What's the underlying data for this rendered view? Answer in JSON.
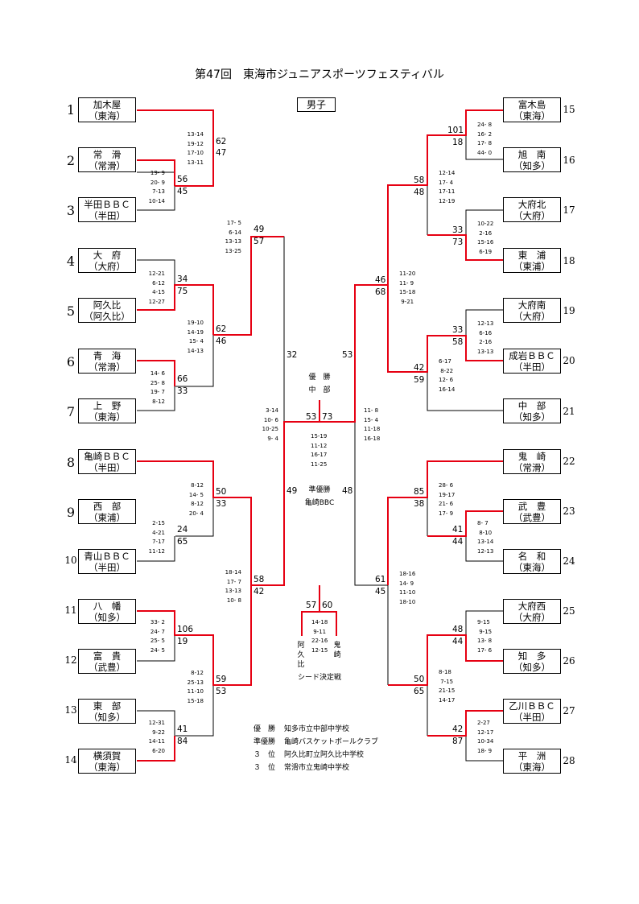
{
  "title": "第47回　東海市ジュニアスポーツフェスティバル",
  "division": "男子",
  "teams": [
    {
      "seed": "1",
      "name": "加木屋",
      "city": "（東海）"
    },
    {
      "seed": "2",
      "name": "常　滑",
      "city": "（常滑）"
    },
    {
      "seed": "3",
      "name": "半田ＢＢＣ",
      "city": "（半田）"
    },
    {
      "seed": "4",
      "name": "大　府",
      "city": "（大府）"
    },
    {
      "seed": "5",
      "name": "阿久比",
      "city": "（阿久比）"
    },
    {
      "seed": "6",
      "name": "青　海",
      "city": "（常滑）"
    },
    {
      "seed": "7",
      "name": "上　野",
      "city": "（東海）"
    },
    {
      "seed": "8",
      "name": "亀崎ＢＢＣ",
      "city": "（半田）"
    },
    {
      "seed": "9",
      "name": "西　部",
      "city": "（東浦）"
    },
    {
      "seed": "10",
      "name": "青山ＢＢＣ",
      "city": "（半田）"
    },
    {
      "seed": "11",
      "name": "八　幡",
      "city": "（知多）"
    },
    {
      "seed": "12",
      "name": "富　貴",
      "city": "（武豊）"
    },
    {
      "seed": "13",
      "name": "東　部",
      "city": "（知多）"
    },
    {
      "seed": "14",
      "name": "横須賀",
      "city": "（東海）"
    },
    {
      "seed": "15",
      "name": "富木島",
      "city": "（東海）"
    },
    {
      "seed": "16",
      "name": "旭　南",
      "city": "（知多）"
    },
    {
      "seed": "17",
      "name": "大府北",
      "city": "（大府）"
    },
    {
      "seed": "18",
      "name": "東　浦",
      "city": "（東浦）"
    },
    {
      "seed": "19",
      "name": "大府南",
      "city": "（大府）"
    },
    {
      "seed": "20",
      "name": "成岩ＢＢＣ",
      "city": "（半田）"
    },
    {
      "seed": "21",
      "name": "中　部",
      "city": "（知多）"
    },
    {
      "seed": "22",
      "name": "鬼　崎",
      "city": "（常滑）"
    },
    {
      "seed": "23",
      "name": "武　豊",
      "city": "（武豊）"
    },
    {
      "seed": "24",
      "name": "名　和",
      "city": "（東海）"
    },
    {
      "seed": "25",
      "name": "大府西",
      "city": "（大府）"
    },
    {
      "seed": "26",
      "name": "知　多",
      "city": "（知多）"
    },
    {
      "seed": "27",
      "name": "乙川ＢＢＣ",
      "city": "（半田）"
    },
    {
      "seed": "28",
      "name": "平　洲",
      "city": "（東海）"
    }
  ],
  "scores": [
    "62",
    "47",
    "56",
    "45",
    "34",
    "75",
    "66",
    "33",
    "62",
    "46",
    "49",
    "57",
    "50",
    "33",
    "24",
    "65",
    "106",
    "19",
    "41",
    "84",
    "59",
    "53",
    "58",
    "42",
    "49",
    "32",
    "53",
    "48",
    "101",
    "18",
    "33",
    "73",
    "58",
    "48",
    "33",
    "58",
    "42",
    "59",
    "46",
    "68",
    "85",
    "38",
    "41",
    "44",
    "48",
    "44",
    "42",
    "87",
    "50",
    "65",
    "61",
    "45",
    "53",
    "73",
    "57",
    "60"
  ],
  "sets": [
    "13-14\n19-12\n17-10\n13-11",
    "19- 9\n20- 9\n 7-13\n10-14",
    "17- 5\n 6-14\n13-13\n13-25",
    "12-21\n 6-12\n 4-15\n12-27",
    "19-10\n14-19\n15- 4\n14-13",
    "14- 6\n25- 8\n19- 7\n 8-12",
    "3-14\n10- 6\n10-25\n9- 4",
    "8-12\n14- 5\n 8-12\n20- 4",
    "2-15\n 4-21\n 7-17\n11-12",
    "18-14\n17- 7\n13-13\n10- 8",
    "33- 2\n24- 7\n25- 5\n24- 5",
    "8-12\n25-13\n11-10\n15-18",
    "12-31\n 9-22\n14-11\n 6-20",
    "24- 8\n16- 2\n17- 8\n44- 0",
    "12-14\n17- 4\n17-11\n12-19",
    "10-22\n 2-16\n15-16\n 6-19",
    "11-20\n11- 9\n15-18\n 9-21",
    "12-13\n 6-16\n 2-16\n13-13",
    "6-17\n 8-22\n12- 6\n16-14",
    "11- 8\n15- 4\n11-18\n16-18",
    "28- 6\n19-17\n21- 6\n17- 9",
    "8- 7\n 8-10\n13-14\n12-13",
    "18-16\n14- 9\n11-10\n18-10",
    "9-15\n 9-15\n13- 8\n17- 6",
    "8-18\n 7-15\n21-15\n14-17",
    "2-27\n12-17\n10-34\n18- 9",
    "15-19\n11-12\n16-17\n11-25",
    "14-18\n 9-11\n22-16\n12-15"
  ],
  "final": {
    "winner_label": "優　勝",
    "winner_name": "中　部",
    "runner_label": "準優勝",
    "runner_name": "亀崎BBC"
  },
  "seed_match": {
    "left_name": "阿久比",
    "right_name": "鬼崎",
    "caption": "シード決定戦"
  },
  "results": [
    {
      "rank": "優　勝",
      "team": "知多市立中部中学校"
    },
    {
      "rank": "準優勝",
      "team": "亀崎バスケットボールクラブ"
    },
    {
      "rank": "３　位",
      "team": "阿久比町立阿久比中学校"
    },
    {
      "rank": "３　位",
      "team": "常滑市立鬼崎中学校"
    }
  ],
  "colors": {
    "win_line": "#e60012",
    "lose_line": "#000000"
  }
}
